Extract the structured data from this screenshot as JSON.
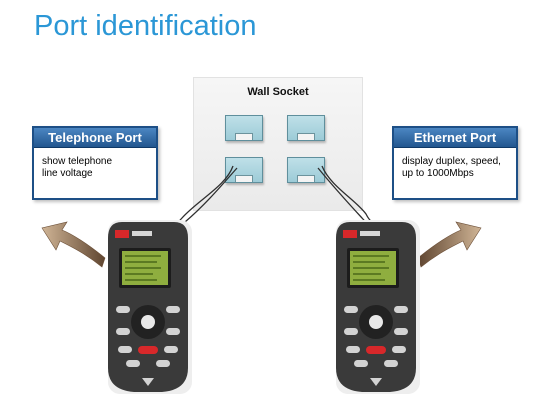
{
  "title": "Port identification",
  "wall_socket": {
    "label": "Wall Socket"
  },
  "telephone_port": {
    "heading": "Telephone Port",
    "lines": [
      "show telephone",
      "line voltage"
    ]
  },
  "ethernet_port": {
    "heading": "Ethernet Port",
    "lines": [
      "display duplex, speed,",
      "up to 1000Mbps"
    ]
  },
  "colors": {
    "title": "#2b97d6",
    "box_header": "#22568f",
    "socket": "#9ccbd7",
    "arrow": "#8a6a48",
    "device_body": "#3a3a3a",
    "device_accent": "#d8282a",
    "screen": "#8fae3f"
  },
  "icons": [
    "wall-socket-port-icon",
    "handheld-tester-icon",
    "curved-arrow-icon",
    "twisted-cable-icon"
  ]
}
